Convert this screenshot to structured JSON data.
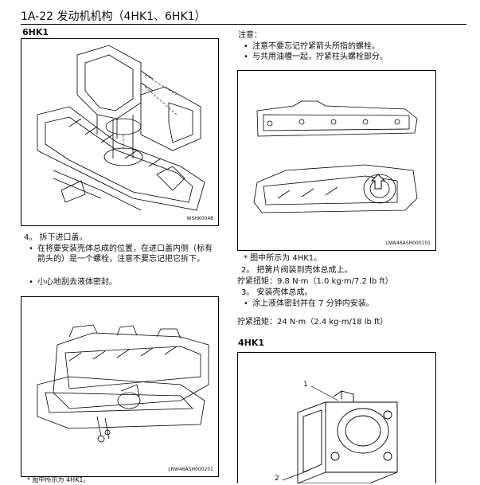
{
  "header": {
    "title": "1A-22 发动机机构（4HK1、6HK1）"
  },
  "left": {
    "section_6hk1": "6HK1",
    "fig1_code": "WSHK0048",
    "step4": "4。 拆下进口盖。",
    "bullet1_line1": "在将要安装壳体总成的位置，在进口盖内侧（标有",
    "bullet1_line2": "箭头的）是一个螺栓，注意不要忘记把它拆下。",
    "bullet2": "小心地刮去液体密封。",
    "fig2_code": "LNW46ASH000201",
    "bottom_note": "* 图中所示为 4HK1。"
  },
  "right": {
    "note_title": "注意：",
    "note1": "注意不要忘记拧紧箭头所指的螺栓。",
    "note2": "与共用油槽一起，拧紧柱头螺栓部分。",
    "fig1_code": "LNW46ASH000101",
    "fig_note": "* 图中所示为 4HK1。",
    "step2": "2。 把簧片阀装到壳体总成上。",
    "torque1": "拧紧扭矩：9.8 N·m（1.0 kg·m/7.2 lb ft）",
    "step3": "3。 安装壳体总成。",
    "bullet3": "涂上液体密封并在 7 分钟内安装。",
    "torque2": "拧紧扭矩：24 N·m（2.4 kg·m/18 lb ft）",
    "section_4hk1": "4HK1",
    "callout1": "1",
    "callout2": "2"
  }
}
